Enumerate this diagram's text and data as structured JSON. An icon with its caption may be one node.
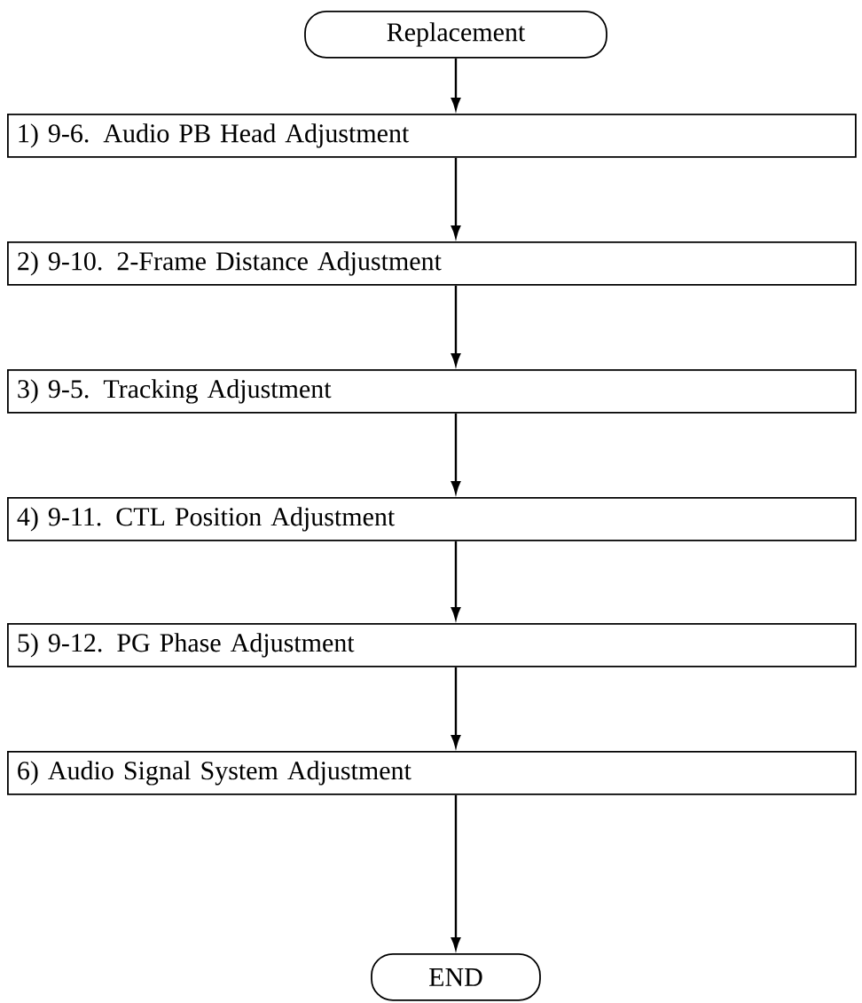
{
  "diagram": {
    "nodes": [
      {
        "text": [
          "Replacement"
        ]
      },
      {
        "text": [
          "1) 9-6. Audio PB Head Adjustment"
        ]
      },
      {
        "text": [
          "2) 9-10. 2-Frame Distance Adjustment"
        ]
      },
      {
        "text": [
          "3) 9-5. Tracking Adjustment"
        ]
      },
      {
        "text": [
          "4) 9-11. CTL Position Adjustment"
        ]
      },
      {
        "text": [
          "5) 9-12. PG Phase Adjustment"
        ]
      },
      {
        "text": [
          "6) Audio Signal System Adjustment"
        ]
      },
      {
        "text": [
          "END"
        ]
      }
    ],
    "edges": [
      {
        "from": 0,
        "to": 1,
        "arrow": "to"
      },
      {
        "from": 1,
        "to": 2,
        "arrow": "to"
      },
      {
        "from": 2,
        "to": 3,
        "arrow": "to"
      },
      {
        "from": 3,
        "to": 4,
        "arrow": "to"
      },
      {
        "from": 4,
        "to": 5,
        "arrow": "to"
      },
      {
        "from": 5,
        "to": 6,
        "arrow": "to"
      },
      {
        "from": 6,
        "to": 7,
        "arrow": "to"
      }
    ]
  }
}
